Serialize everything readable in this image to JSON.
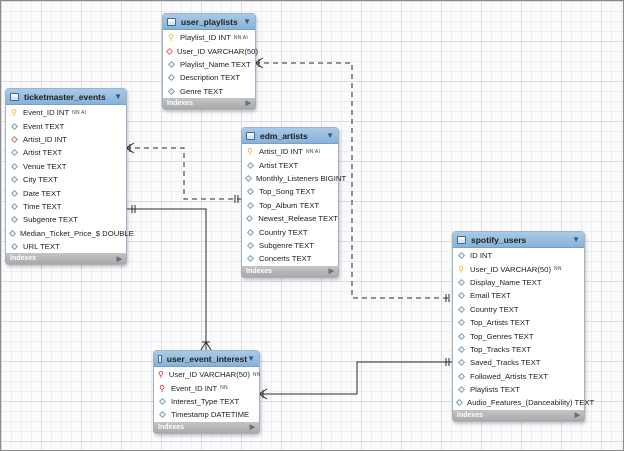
{
  "footer_label": "Indexes",
  "tables": [
    {
      "id": "user_playlists",
      "name": "user_playlists",
      "columns": [
        {
          "text": "Playlist_ID INT",
          "flags": "NN AI",
          "key": "pk"
        },
        {
          "text": "User_ID VARCHAR(50)",
          "flags": "",
          "key": "fk-col"
        },
        {
          "text": "Playlist_Name TEXT",
          "flags": "",
          "key": "col"
        },
        {
          "text": "Description TEXT",
          "flags": "",
          "key": "col"
        },
        {
          "text": "Genre TEXT",
          "flags": "",
          "key": "col"
        }
      ]
    },
    {
      "id": "ticketmaster_events",
      "name": "ticketmaster_events",
      "columns": [
        {
          "text": "Event_ID INT",
          "flags": "NN AI",
          "key": "pk"
        },
        {
          "text": "Event TEXT",
          "flags": "",
          "key": "col"
        },
        {
          "text": "Artist_ID INT",
          "flags": "",
          "key": "fk-col"
        },
        {
          "text": "Artist TEXT",
          "flags": "",
          "key": "col"
        },
        {
          "text": "Venue TEXT",
          "flags": "",
          "key": "col"
        },
        {
          "text": "City TEXT",
          "flags": "",
          "key": "col"
        },
        {
          "text": "Date TEXT",
          "flags": "",
          "key": "col"
        },
        {
          "text": "Time TEXT",
          "flags": "",
          "key": "col"
        },
        {
          "text": "Subgenre TEXT",
          "flags": "",
          "key": "col"
        },
        {
          "text": "Median_Ticket_Price_$ DOUBLE",
          "flags": "",
          "key": "col"
        },
        {
          "text": "URL TEXT",
          "flags": "",
          "key": "col"
        }
      ]
    },
    {
      "id": "edm_artists",
      "name": "edm_artists",
      "columns": [
        {
          "text": "Artist_ID INT",
          "flags": "NN AI",
          "key": "pk"
        },
        {
          "text": "Artist TEXT",
          "flags": "",
          "key": "col"
        },
        {
          "text": "Monthly_Listeners BIGINT",
          "flags": "",
          "key": "col"
        },
        {
          "text": "Top_Song TEXT",
          "flags": "",
          "key": "col"
        },
        {
          "text": "Top_Album TEXT",
          "flags": "",
          "key": "col"
        },
        {
          "text": "Newest_Release TEXT",
          "flags": "",
          "key": "col"
        },
        {
          "text": "Country TEXT",
          "flags": "",
          "key": "col"
        },
        {
          "text": "Subgenre TEXT",
          "flags": "",
          "key": "col"
        },
        {
          "text": "Concerts TEXT",
          "flags": "",
          "key": "col"
        }
      ]
    },
    {
      "id": "spotify_users",
      "name": "spotify_users",
      "columns": [
        {
          "text": "ID INT",
          "flags": "",
          "key": "col"
        },
        {
          "text": "User_ID VARCHAR(50)",
          "flags": "NN",
          "key": "pk"
        },
        {
          "text": "Display_Name TEXT",
          "flags": "",
          "key": "col"
        },
        {
          "text": "Email TEXT",
          "flags": "",
          "key": "col"
        },
        {
          "text": "Country TEXT",
          "flags": "",
          "key": "col"
        },
        {
          "text": "Top_Artists TEXT",
          "flags": "",
          "key": "col"
        },
        {
          "text": "Top_Genres TEXT",
          "flags": "",
          "key": "col"
        },
        {
          "text": "Top_Tracks TEXT",
          "flags": "",
          "key": "col"
        },
        {
          "text": "Saved_Tracks TEXT",
          "flags": "",
          "key": "col"
        },
        {
          "text": "Followed_Artists TEXT",
          "flags": "",
          "key": "col"
        },
        {
          "text": "Playlists TEXT",
          "flags": "",
          "key": "col"
        },
        {
          "text": "Audio_Features_(Danceability) TEXT",
          "flags": "",
          "key": "col"
        }
      ]
    },
    {
      "id": "user_event_interest",
      "name": "user_event_interest",
      "columns": [
        {
          "text": "User_ID VARCHAR(50)",
          "flags": "NN",
          "key": "fk"
        },
        {
          "text": "Event_ID INT",
          "flags": "NN",
          "key": "fk"
        },
        {
          "text": "Interest_Type TEXT",
          "flags": "",
          "key": "col"
        },
        {
          "text": "Timestamp DATETIME",
          "flags": "",
          "key": "col"
        }
      ]
    }
  ],
  "relationships": [
    {
      "from": "user_playlists",
      "to": "spotify_users",
      "style": "dashed"
    },
    {
      "from": "ticketmaster_events",
      "to": "edm_artists",
      "style": "dashed"
    },
    {
      "from": "ticketmaster_events",
      "to": "user_event_interest",
      "style": "solid"
    },
    {
      "from": "spotify_users",
      "to": "user_event_interest",
      "style": "solid"
    }
  ]
}
